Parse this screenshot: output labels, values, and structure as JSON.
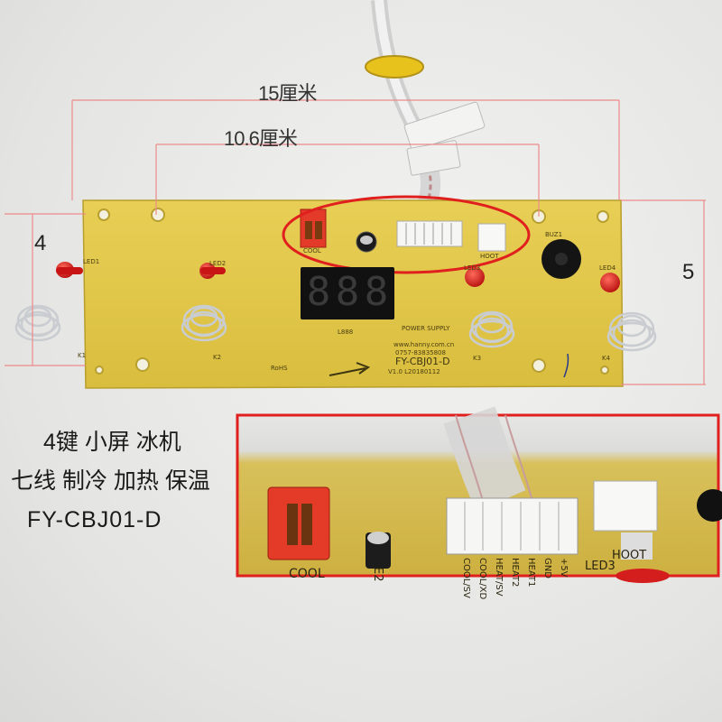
{
  "dimensions": {
    "width_label": "15厘米",
    "inner_label": "10.6厘米",
    "left_height_label": "4",
    "right_height_label": "5"
  },
  "captions": {
    "line1": "4键 小屏 冰机",
    "line2": "七线 制冷 加热 保温",
    "line3": "FY-CBJ01-D"
  },
  "board": {
    "model": "FY-CBJ01-D",
    "phone": "0757-83835808",
    "website": "www.hanny.com.cn",
    "version": "V1.0  L20180112",
    "display_label": "L888",
    "display_digits": [
      "8",
      "8",
      "8"
    ],
    "rohs": "RoHS",
    "leds": [
      "LED1",
      "LED2",
      "LED3",
      "LED4"
    ],
    "keys": [
      "K1",
      "K2",
      "K3",
      "K4"
    ],
    "buzzer": "BUZ1",
    "cool_connector": "COOL",
    "hoot_connector": "HOOT",
    "capacitor": "E2",
    "power_supply": "POWER SUPPLY",
    "pins": [
      "COOL/SV",
      "COOL/XD",
      "HEAT/SV",
      "HEAT2",
      "HEAT1",
      "GND",
      "+5V"
    ]
  },
  "zoom": {
    "cool": "COOL",
    "capacitor": "E2",
    "pins": [
      "COOL/SV",
      "COOL/XD",
      "HEAT/SV",
      "HEAT2",
      "HEAT1",
      "GND",
      "+5V"
    ],
    "hoot": "HOOT",
    "led": "LED3"
  },
  "colors": {
    "pcb": "#e3c94a",
    "highlight": "#e0201e",
    "led": "#d81818",
    "connector_red": "#e23a2a",
    "connector_white": "#f4f4f2"
  }
}
